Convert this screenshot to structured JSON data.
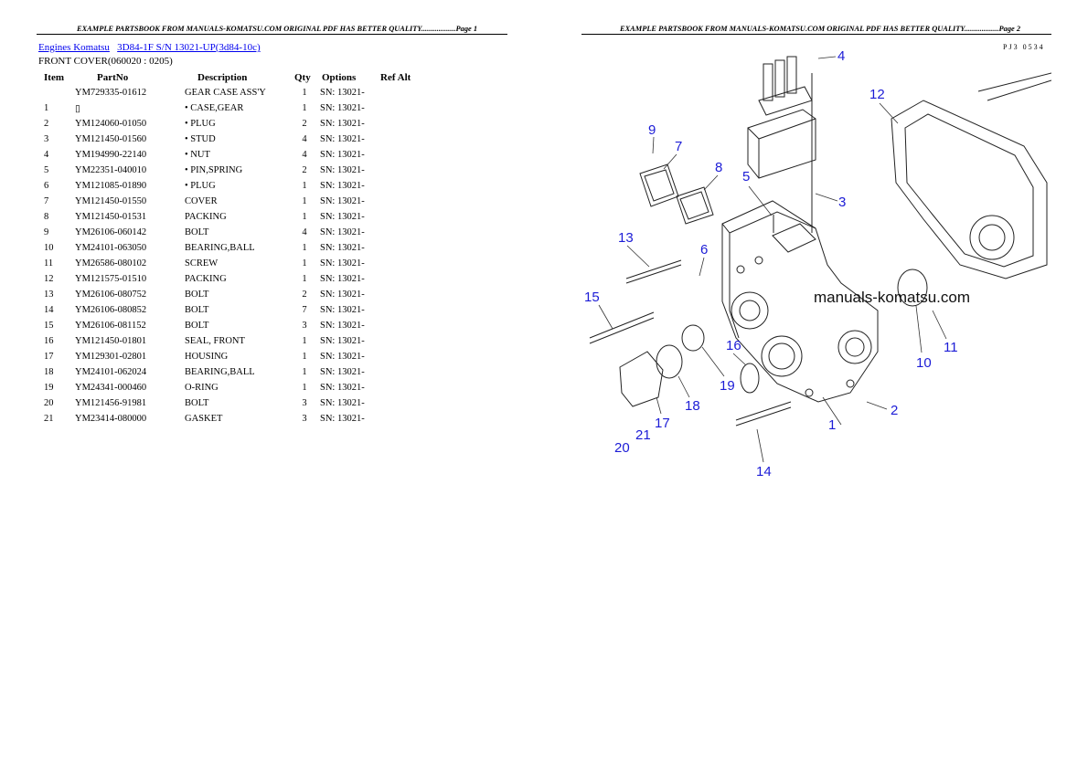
{
  "header_left": "EXAMPLE PARTSBOOK FROM MANUALS-KOMATSU.COM ORIGINAL PDF HAS BETTER QUALITY..................Page 1",
  "header_right": "EXAMPLE PARTSBOOK FROM MANUALS-KOMATSU.COM ORIGINAL PDF HAS BETTER QUALITY..................Page 2",
  "breadcrumb": {
    "link1": "Engines Komatsu",
    "link2": "3D84-1F S/N 13021-UP(3d84-10c)"
  },
  "section_title": "FRONT COVER(060020 : 0205)",
  "columns": [
    "Item",
    "PartNo",
    "Description",
    "Qty",
    "Options",
    "Ref Alt"
  ],
  "rows": [
    {
      "item": "",
      "partno": "YM729335-01612",
      "desc": "GEAR CASE ASS'Y",
      "qty": "1",
      "opt": "SN: 13021-",
      "ref": ""
    },
    {
      "item": "1",
      "partno": "▯",
      "desc": "• CASE,GEAR",
      "qty": "1",
      "opt": "SN: 13021-",
      "ref": ""
    },
    {
      "item": "2",
      "partno": "YM124060-01050",
      "desc": "• PLUG",
      "qty": "2",
      "opt": "SN: 13021-",
      "ref": ""
    },
    {
      "item": "3",
      "partno": "YM121450-01560",
      "desc": "• STUD",
      "qty": "4",
      "opt": "SN: 13021-",
      "ref": ""
    },
    {
      "item": "4",
      "partno": "YM194990-22140",
      "desc": "• NUT",
      "qty": "4",
      "opt": "SN: 13021-",
      "ref": ""
    },
    {
      "item": "5",
      "partno": "YM22351-040010",
      "desc": "• PIN,SPRING",
      "qty": "2",
      "opt": "SN: 13021-",
      "ref": ""
    },
    {
      "item": "6",
      "partno": "YM121085-01890",
      "desc": "• PLUG",
      "qty": "1",
      "opt": "SN: 13021-",
      "ref": ""
    },
    {
      "item": "7",
      "partno": "YM121450-01550",
      "desc": "COVER",
      "qty": "1",
      "opt": "SN: 13021-",
      "ref": ""
    },
    {
      "item": "8",
      "partno": "YM121450-01531",
      "desc": "PACKING",
      "qty": "1",
      "opt": "SN: 13021-",
      "ref": ""
    },
    {
      "item": "9",
      "partno": "YM26106-060142",
      "desc": "BOLT",
      "qty": "4",
      "opt": "SN: 13021-",
      "ref": ""
    },
    {
      "item": "10",
      "partno": "YM24101-063050",
      "desc": "BEARING,BALL",
      "qty": "1",
      "opt": "SN: 13021-",
      "ref": ""
    },
    {
      "item": "11",
      "partno": "YM26586-080102",
      "desc": "SCREW",
      "qty": "1",
      "opt": "SN: 13021-",
      "ref": ""
    },
    {
      "item": "12",
      "partno": "YM121575-01510",
      "desc": "PACKING",
      "qty": "1",
      "opt": "SN: 13021-",
      "ref": ""
    },
    {
      "item": "13",
      "partno": "YM26106-080752",
      "desc": "BOLT",
      "qty": "2",
      "opt": "SN: 13021-",
      "ref": ""
    },
    {
      "item": "14",
      "partno": "YM26106-080852",
      "desc": "BOLT",
      "qty": "7",
      "opt": "SN: 13021-",
      "ref": ""
    },
    {
      "item": "15",
      "partno": "YM26106-081152",
      "desc": "BOLT",
      "qty": "3",
      "opt": "SN: 13021-",
      "ref": ""
    },
    {
      "item": "16",
      "partno": "YM121450-01801",
      "desc": "SEAL, FRONT",
      "qty": "1",
      "opt": "SN: 13021-",
      "ref": ""
    },
    {
      "item": "17",
      "partno": "YM129301-02801",
      "desc": "HOUSING",
      "qty": "1",
      "opt": "SN: 13021-",
      "ref": ""
    },
    {
      "item": "18",
      "partno": "YM24101-062024",
      "desc": "BEARING,BALL",
      "qty": "1",
      "opt": "SN: 13021-",
      "ref": ""
    },
    {
      "item": "19",
      "partno": "YM24341-000460",
      "desc": "O-RING",
      "qty": "1",
      "opt": "SN: 13021-",
      "ref": ""
    },
    {
      "item": "20",
      "partno": "YM121456-91981",
      "desc": "BOLT",
      "qty": "3",
      "opt": "SN: 13021-",
      "ref": ""
    },
    {
      "item": "21",
      "partno": "YM23414-080000",
      "desc": "GASKET",
      "qty": "3",
      "opt": "SN: 13021-",
      "ref": ""
    }
  ],
  "drawing": {
    "page_code": "PJ3 0534",
    "watermark": "manuals-komatsu.com",
    "callouts": [
      "1",
      "2",
      "3",
      "4",
      "5",
      "6",
      "7",
      "8",
      "9",
      "10",
      "11",
      "12",
      "13",
      "14",
      "15",
      "16",
      "17",
      "18",
      "19",
      "20",
      "21"
    ],
    "callout_color": "#1c1cd6"
  }
}
